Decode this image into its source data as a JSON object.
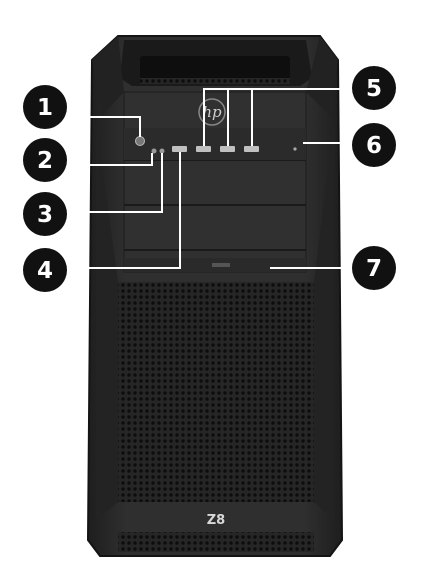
{
  "figure": {
    "model_label": "Z8",
    "logo_label": "hp"
  },
  "callouts": [
    {
      "number": "1",
      "name": "callout-1"
    },
    {
      "number": "2",
      "name": "callout-2"
    },
    {
      "number": "3",
      "name": "callout-3"
    },
    {
      "number": "4",
      "name": "callout-4"
    },
    {
      "number": "5",
      "name": "callout-5"
    },
    {
      "number": "6",
      "name": "callout-6"
    },
    {
      "number": "7",
      "name": "callout-7"
    }
  ],
  "colors": {
    "chassis": "#2a2a2a",
    "chassis_edge": "#1a1a1a",
    "panel": "#333333",
    "callout_fill": "#111111",
    "leader_line": "#ffffff"
  }
}
